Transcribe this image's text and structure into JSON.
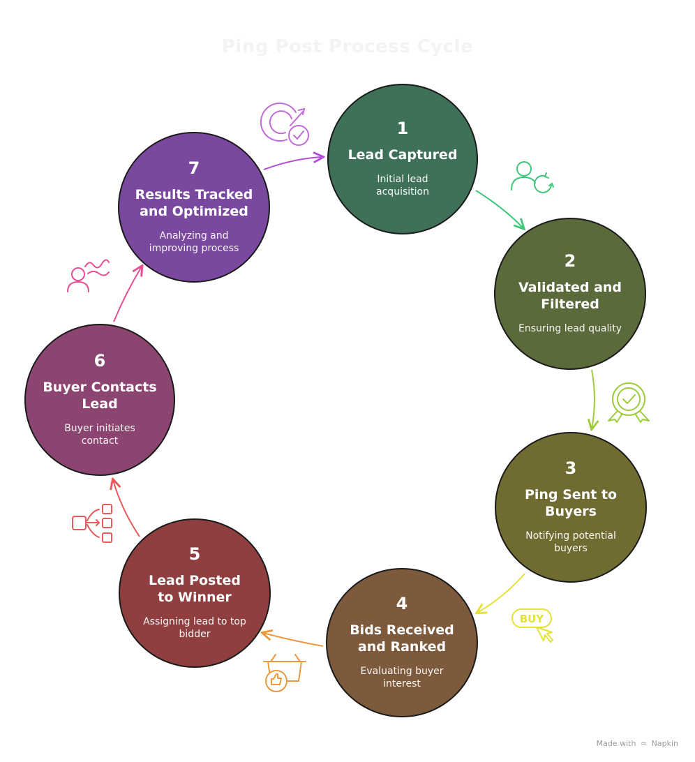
{
  "title": "Ping Post Process Cycle",
  "steps": [
    {
      "number": "1",
      "title": "Lead Captured",
      "subtitle": "Initial lead acquisition",
      "color": "#3f7158"
    },
    {
      "number": "2",
      "title": "Validated and Filtered",
      "subtitle": "Ensuring lead quality",
      "color": "#5b6a3a"
    },
    {
      "number": "3",
      "title": "Ping Sent to Buyers",
      "subtitle": "Notifying potential buyers",
      "color": "#706b31"
    },
    {
      "number": "4",
      "title": "Bids Received and Ranked",
      "subtitle": "Evaluating buyer interest",
      "color": "#7c5a3b"
    },
    {
      "number": "5",
      "title": "Lead Posted to Winner",
      "subtitle": "Assigning lead to top bidder",
      "color": "#8f3f3f"
    },
    {
      "number": "6",
      "title": "Buyer Contacts Lead",
      "subtitle": "Buyer initiates contact",
      "color": "#8c4570"
    },
    {
      "number": "7",
      "title": "Results Tracked and Optimized",
      "subtitle": "Analyzing and improving process",
      "color": "#7b48a0"
    }
  ],
  "arrow_colors": [
    "#3ec77b",
    "#9ccc3a",
    "#e4e236",
    "#e89a3c",
    "#e85a5a",
    "#e64d95",
    "#b44fd8"
  ],
  "icons": [
    "target-check-icon",
    "user-refresh-icon",
    "award-badge-icon",
    "buy-cursor-icon",
    "basket-thumbs-up-icon",
    "flow-distribute-icon",
    "user-squiggle-icon"
  ],
  "footer": {
    "made_with": "Made with",
    "brand": "Napkin"
  }
}
